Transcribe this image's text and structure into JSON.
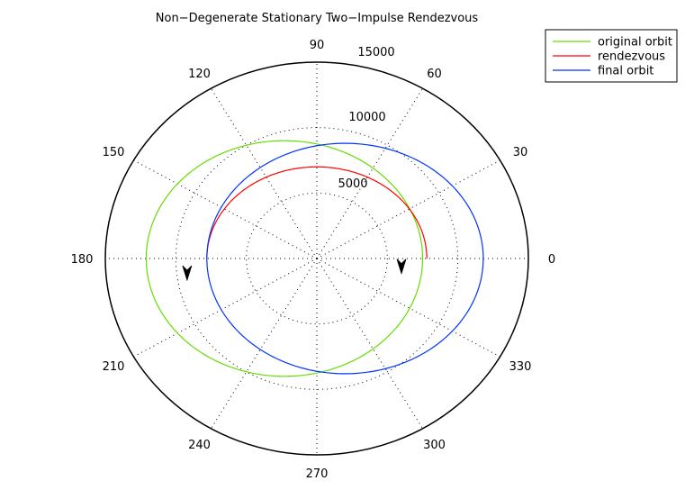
{
  "chart_data": {
    "type": "polar",
    "title": "Non−Degenerate Stationary Two−Impulse Rendezvous",
    "r_max": 15000,
    "radial_ticks": [
      5000,
      10000,
      15000
    ],
    "radial_tick_labels": [
      "5000",
      "10000",
      "15000"
    ],
    "angle_ticks": [
      0,
      30,
      60,
      90,
      120,
      150,
      180,
      210,
      240,
      270,
      300,
      330
    ],
    "angle_tick_labels": [
      "0",
      "30",
      "60",
      "90",
      "120",
      "150",
      "180",
      "210",
      "240",
      "270",
      "300",
      "330"
    ],
    "grid": true,
    "legend_position": "top-right",
    "series": [
      {
        "name": "original orbit",
        "color": "#66dd00",
        "kind": "ellipse",
        "semi_major_x": 9800,
        "semi_minor_y": 9000,
        "center_x": -2300,
        "center_y": 0,
        "theta_start_deg": 0,
        "theta_end_deg": 360
      },
      {
        "name": "rendezvous",
        "color": "#ff0000",
        "kind": "ellipse",
        "semi_major_x": 7800,
        "semi_minor_y": 7000,
        "center_x": 0,
        "center_y": 0,
        "theta_start_deg": 0,
        "theta_end_deg": 180
      },
      {
        "name": "final orbit",
        "color": "#0033ff",
        "kind": "ellipse",
        "semi_major_x": 9800,
        "semi_minor_y": 8800,
        "center_x": 2000,
        "center_y": 0,
        "theta_start_deg": 0,
        "theta_end_deg": 360
      }
    ],
    "arrows": [
      {
        "x": -9200,
        "y": -1100,
        "direction": "down"
      },
      {
        "x": 6000,
        "y": -600,
        "direction": "down"
      }
    ]
  }
}
